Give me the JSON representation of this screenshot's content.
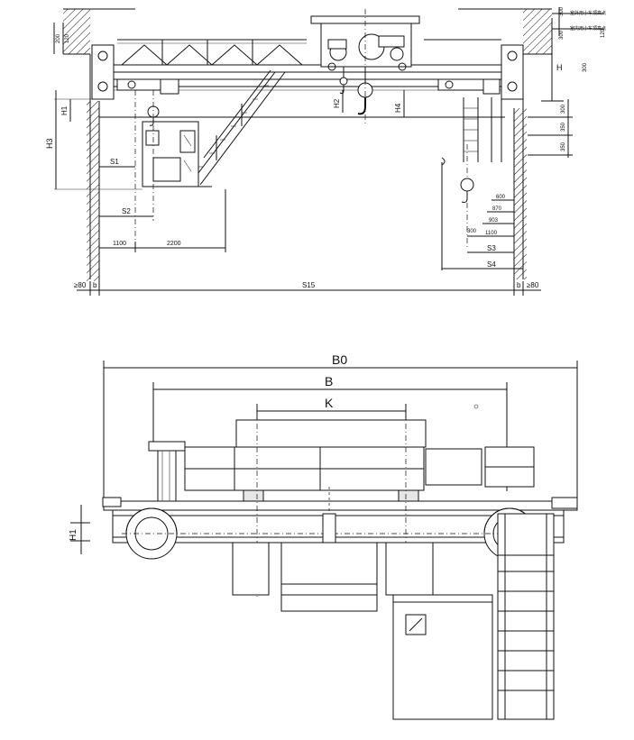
{
  "top_view": {
    "label_h": "H",
    "label_h1": "H1",
    "label_h2": "H2",
    "label_h3": "H3",
    "label_h4": "H4",
    "label_s1": "S1",
    "label_s2": "S2",
    "label_s3": "S3",
    "label_s4": "S4",
    "label_span": "S15",
    "label_b_left": "b",
    "label_b_right": "b",
    "label_min_left": "≥80",
    "label_min_right": "≥80",
    "dim_1100_left": "1100",
    "dim_2200": "2200",
    "dim_300_top": "300",
    "dim_300_mid": "300",
    "dim_350_a": "350",
    "dim_350_b": "350",
    "dim_200": "200",
    "dim_120": "120",
    "dim_600": "600",
    "dim_870": "870",
    "dim_903": "903",
    "dim_1100_right": "1100",
    "dim_300_low": "300",
    "dim_300_r1": "300",
    "dim_300_r2": "300",
    "note_1": "室外用小车顶高点",
    "note_2": "室内用小车顶高点"
  },
  "side_view": {
    "label_b0": "B0",
    "label_b": "B",
    "label_k": "K",
    "label_h1": "H1"
  }
}
